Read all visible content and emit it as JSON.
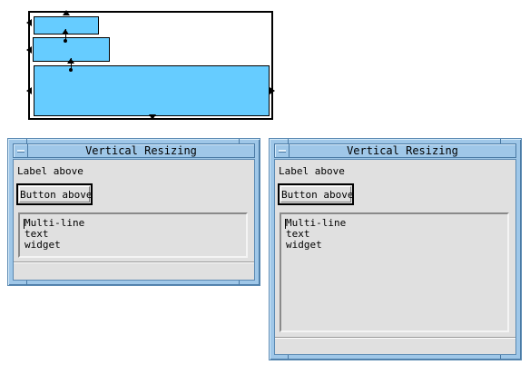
{
  "diagram": {
    "box_color": "#66ccff",
    "boxes": [
      "label-box",
      "button-box",
      "text-box"
    ]
  },
  "windows": [
    {
      "id": "left",
      "title": "Vertical Resizing",
      "label": "Label above",
      "button": "Button above",
      "text_lines": [
        "Multi-line",
        "text",
        "widget"
      ]
    },
    {
      "id": "right",
      "title": "Vertical Resizing",
      "label": "Label above",
      "button": "Button above",
      "text_lines": [
        "Multi-line",
        "text",
        "widget"
      ]
    }
  ],
  "icons": {
    "window_menu": "window-menu-icon",
    "resize_arrow": "arrow-head-icon"
  }
}
